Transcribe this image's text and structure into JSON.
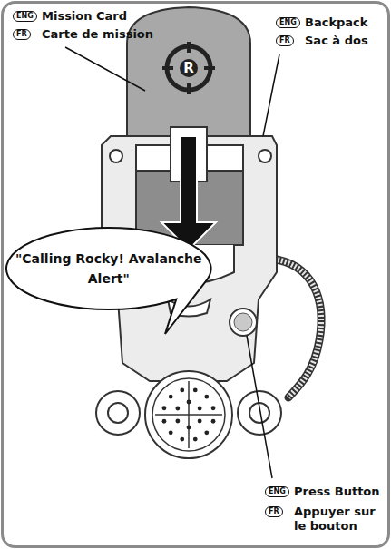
{
  "diagram": {
    "nodes": [
      {
        "text": [
          "\"Calling Rocky! Avalanche Alert\""
        ]
      }
    ],
    "labels": [
      "ENG",
      "Mission Card",
      "FR",
      "Carte de mission",
      "ENG",
      "Backpack",
      "FR",
      "Sac à dos",
      "R",
      "ENG",
      "Press Button",
      "FR",
      "Appuyer sur le bouton"
    ]
  }
}
